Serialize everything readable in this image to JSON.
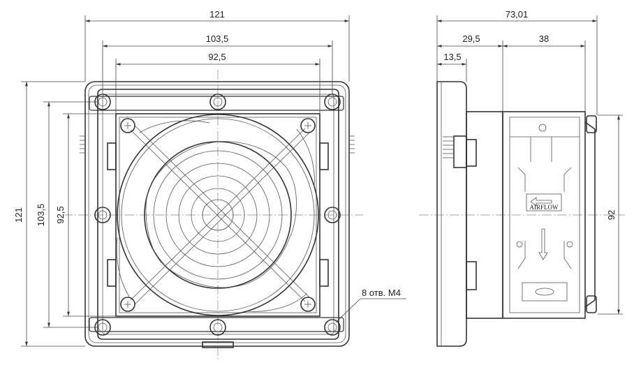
{
  "front_view": {
    "dims": {
      "overall_width": "121",
      "flange_width": "103,5",
      "hole_spacing": "92,5",
      "overall_height": "121",
      "flange_height": "103,5",
      "hole_spacing_vertical": "92,5"
    },
    "hole_note": "8 отв. М4"
  },
  "side_view": {
    "dims": {
      "total_depth": "73,01",
      "front_depth": "29,5",
      "fan_depth": "38",
      "bezel_depth": "13,5",
      "fan_height": "92"
    },
    "airflow_label": "AIRFLOW"
  }
}
